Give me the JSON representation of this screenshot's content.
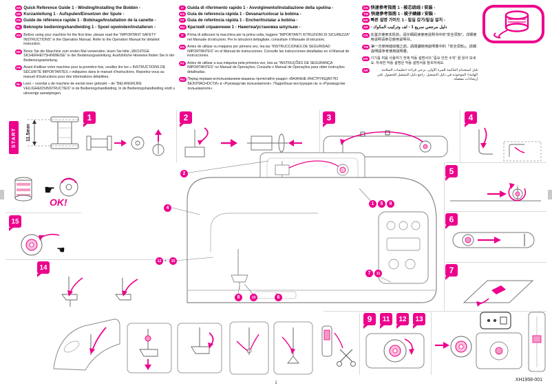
{
  "accent": "#ec008c",
  "header": {
    "columns": [
      {
        "titles": [
          {
            "lang": "EN",
            "text": "Quick Reference Guide 1 - Winding/Installing the Bobbin -"
          },
          {
            "lang": "DE",
            "text": "Kurzanleitung 1 - Aufspulen/Einsetzen der Spule -"
          },
          {
            "lang": "FR",
            "text": "Guide de référence rapide 1 - Bobinage/Installation de la canette -"
          },
          {
            "lang": "NL",
            "text": "Beknopte bedieningshandleiding 1 - Spoel opwinden/installeren -"
          }
        ],
        "warnings": [
          {
            "lang": "EN",
            "text": "Before using your machine for the first time, please read the “IMPORTANT SAFETY INSTRUCTIONS” in the Operation Manual. Refer to the Operation Manual for detailed instruction."
          },
          {
            "lang": "DE",
            "text": "Bevor Sie die Maschine zum ersten Mal verwenden, lesen Sie bitte „WICHTIGE SICHERHEITSHINWEISE“ in der Bedienungsanleitung. Ausführliche Hinweise finden Sie in der Bedienungsanleitung."
          },
          {
            "lang": "FR",
            "text": "Avant d'utiliser votre machine pour la première fois, veuillez lire les « INSTRUCTIONS DE SÉCURITÉ IMPORTANTES » indiquées dans le manuel d'instructions. Reportez-vous au manuel d'instructions pour des informations détaillées."
          },
          {
            "lang": "NL",
            "text": "Lees – voordat u de machine de eerste keer gebruikt – de “BELANGRIJKE VEILIGHEIDSINSTRUCTIES” in de Bedieningshandleiding. In de Bedieningshandleiding vindt u uitvoerige aanwijzingen."
          }
        ]
      },
      {
        "titles": [
          {
            "lang": "IT",
            "text": "Guida di riferimento rapido 1 - Avvolgimento/Installazione della spolina -"
          },
          {
            "lang": "ES",
            "text": "Guía de referencia rápida 1 - Devanar/colocar la bobina -"
          },
          {
            "lang": "PT",
            "text": "Guia de referência rápida 1 - Encher/Instalar a bobina -"
          },
          {
            "lang": "RU",
            "text": "Краткий справочник 1 - Намотка/установка шпульки -"
          }
        ],
        "warnings": [
          {
            "lang": "IT",
            "text": "Prima di utilizzare la macchina per la prima volta, leggere “IMPORTANTI ISTRUZIONI DI SICUREZZA” nel Manuale di istruzioni. Per le istruzioni dettagliate, consultare il Manuale di istruzioni."
          },
          {
            "lang": "ES",
            "text": "Antes de utilizar su máquina por primera vez, lea las “INSTRUCCIONES DE SEGURIDAD IMPORTANTES” en el Manual de instrucciones. Consulte las instrucciones detalladas en el Manual de instrucciones."
          },
          {
            "lang": "PT",
            "text": "Antes de utilizar a sua máquina pela primeira vez, leia as “INSTRUÇÕES DE SEGURANÇA IMPORTANTES” no Manual de Operações. Consulte o Manual de Operações para obter instruções detalhadas."
          },
          {
            "lang": "RU",
            "text": "Перед первым использованием машины прочитайте раздел «ВАЖНЫЕ ИНСТРУКЦИИ ПО БЕЗОПАСНОСТИ» в «Руководстве пользователя». Подробные инструкции см. в «Руководстве пользователя»."
          }
        ]
      },
      {
        "titles": [
          {
            "lang": "CN",
            "text": "快速参考指南 1 - 梭芯绕线 / 安装 -"
          },
          {
            "lang": "TW",
            "text": "快速參考指南 1 - 梭子繞線 / 安裝 -"
          },
          {
            "lang": "KR",
            "text": "빠른 설명 가이드 1 - 밑실 감기/밑실 설치 -"
          },
          {
            "lang": "AR",
            "text": "دليل مرجعي سريع 1 - لف وتركيب المكوك -"
          }
        ],
        "warnings": [
          {
            "lang": "CN",
            "text": "在首次使用本机前，请仔细阅读使用说明书中的“安全须知”。详细使用说明请参见使用说明书。"
          },
          {
            "lang": "TW",
            "text": "第一次使用縫紉機之前，請閱讀使用說明書中的「安全須知」。詳細說明請參考使用說明書。"
          },
          {
            "lang": "KR",
            "text": "기기를 처음 사용하기 전에 작동 설명서의 “중요 안전 수칙” 을 읽어 보세요. 자세한 작동 설명은 작동 설명서를 참조하세요."
          },
          {
            "lang": "AR",
            "text": "قبل استخدام الماكينة للمرة الأولى، يرجى قراءة «تعليمات السلامة الهامة» الموجودة في دليل التشغيل. راجع دليل التشغيل للحصول على إرشادات مفصلة."
          }
        ]
      }
    ]
  },
  "left": {
    "start": "START",
    "measure": "11.5mm",
    "ok": "OK!"
  },
  "steps": {
    "s1": "1",
    "s2": "2",
    "s3": "3",
    "s4": "4",
    "s5": "5",
    "s6": "6",
    "s7": "7",
    "s9": "9",
    "s11": "11",
    "s12": "12",
    "s13": "13",
    "s14": "14",
    "s15": "15"
  },
  "callouts": {
    "c1": "1",
    "c2": "2",
    "c4": "4",
    "c5": "5",
    "c6": "6",
    "c7": "7",
    "c8": "8",
    "c9": "9",
    "c10": "10",
    "c11": "11",
    "c12": "12",
    "c15": "15",
    "range_sep": "-"
  },
  "footer": {
    "page": "1",
    "code": "XH1958-001"
  }
}
